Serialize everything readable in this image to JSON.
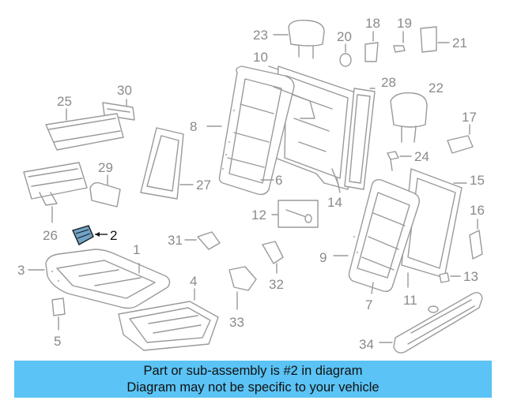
{
  "diagram": {
    "highlight_color": "#5bc3f5",
    "part_numbers": [
      "1",
      "2",
      "3",
      "4",
      "5",
      "6",
      "7",
      "8",
      "9",
      "10",
      "11",
      "12",
      "13",
      "14",
      "15",
      "16",
      "17",
      "18",
      "19",
      "20",
      "21",
      "22",
      "23",
      "24",
      "25",
      "26",
      "27",
      "28",
      "29",
      "30",
      "31",
      "32",
      "33",
      "34"
    ],
    "highlighted_part": "2"
  },
  "banner": {
    "line1": "Part or sub-assembly is #2 in diagram",
    "line2": "Diagram may not be specific to your vehicle",
    "background": "#5bc3f5"
  }
}
